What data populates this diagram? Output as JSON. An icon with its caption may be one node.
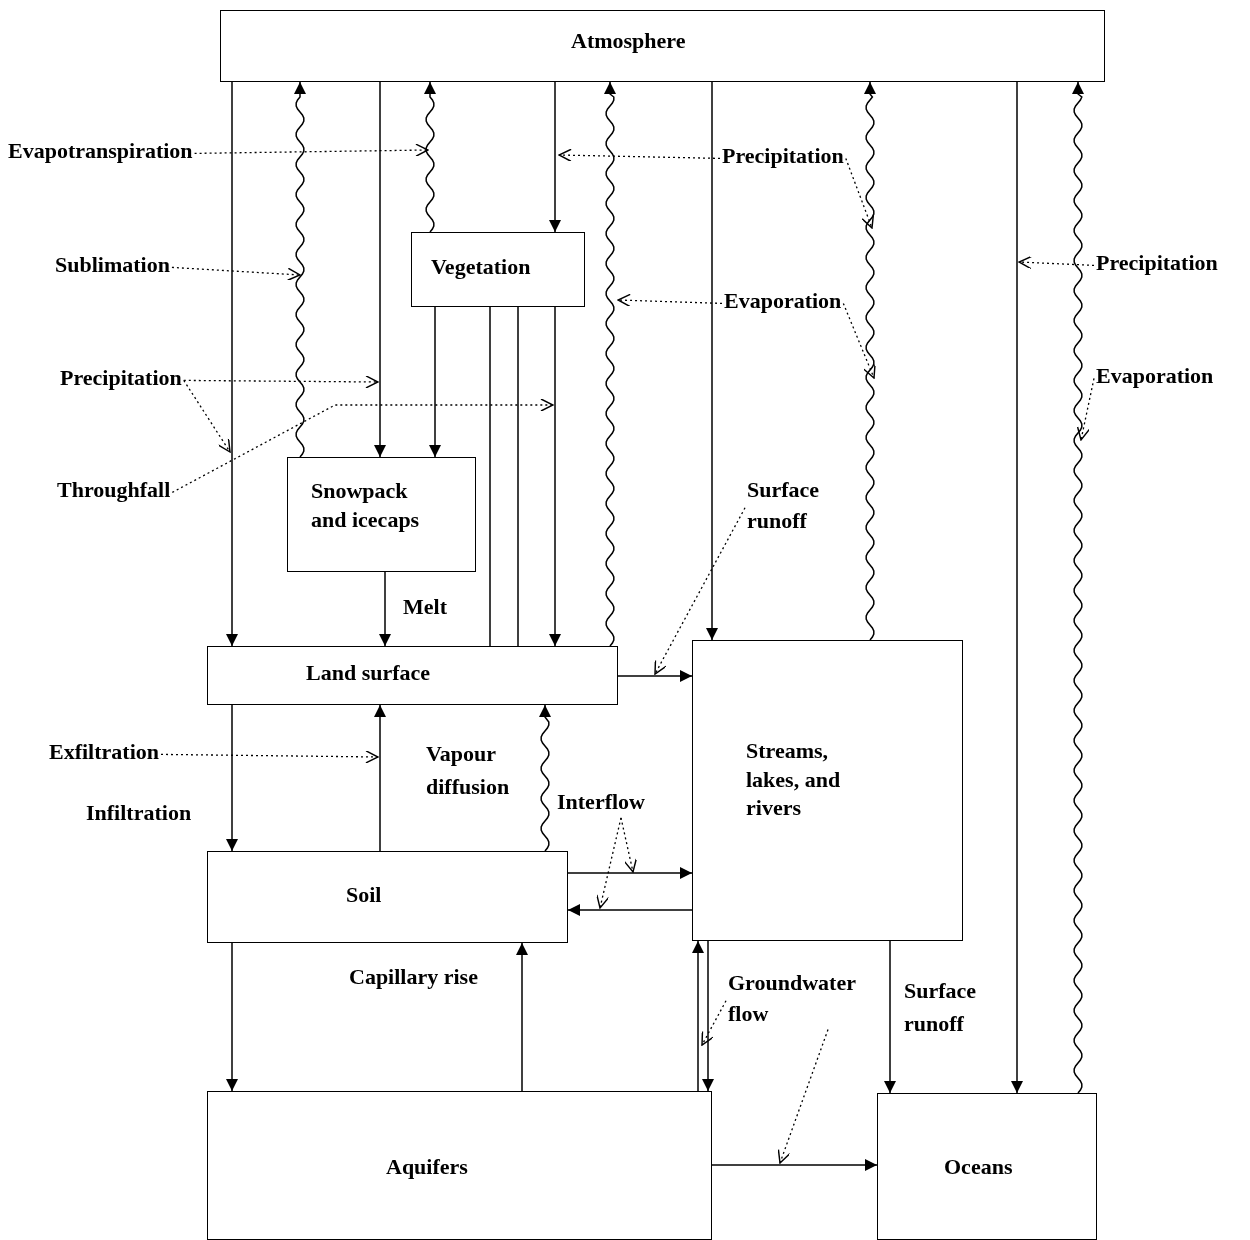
{
  "diagram": {
    "nodes": [
      {
        "text": [
          "Atmosphere"
        ]
      },
      {
        "text": [
          "Vegetation"
        ]
      },
      {
        "text": [
          "Snowpack and icecaps"
        ]
      },
      {
        "text": [
          "Land surface"
        ]
      },
      {
        "text": [
          "Streams, lakes, and rivers"
        ]
      },
      {
        "text": [
          "Soil"
        ]
      },
      {
        "text": [
          "Aquifers"
        ]
      },
      {
        "text": [
          "Oceans"
        ]
      },
      {
        "text": [
          "Evapotranspiration"
        ]
      },
      {
        "text": [
          "Sublimation"
        ]
      },
      {
        "text": [
          "Precipitation"
        ]
      },
      {
        "text": [
          "Throughfall"
        ]
      },
      {
        "text": [
          "Precipitation"
        ]
      },
      {
        "text": [
          "Evaporation"
        ]
      },
      {
        "text": [
          "Precipitation"
        ]
      },
      {
        "text": [
          "Evaporation"
        ]
      },
      {
        "text": [
          "Surface runoff"
        ]
      },
      {
        "text": [
          "Exfiltration"
        ]
      },
      {
        "text": [
          "Interflow"
        ]
      },
      {
        "text": [
          "Groundwater flow"
        ]
      }
    ],
    "edges": [
      {
        "from": 0,
        "to": 3,
        "arrow": "to"
      },
      {
        "from": 2,
        "to": 0,
        "arrow": "to"
      },
      {
        "from": 0,
        "to": 2,
        "arrow": "to"
      },
      {
        "from": 1,
        "to": 0,
        "arrow": "to"
      },
      {
        "from": 0,
        "to": 1,
        "arrow": "to"
      },
      {
        "from": 3,
        "to": 0,
        "arrow": "to"
      },
      {
        "from": 0,
        "to": 4,
        "arrow": "to"
      },
      {
        "from": 4,
        "to": 0,
        "arrow": "to"
      },
      {
        "from": 0,
        "to": 7,
        "arrow": "to"
      },
      {
        "from": 7,
        "to": 0,
        "arrow": "to"
      },
      {
        "from": 1,
        "to": 2,
        "arrow": "to"
      },
      {
        "from": 1,
        "to": 3,
        "arrow": "to"
      },
      {
        "from": 2,
        "to": 3,
        "arrow": "to",
        "label": "Melt"
      },
      {
        "from": 3,
        "to": 4,
        "arrow": "to"
      },
      {
        "from": 3,
        "to": 5,
        "arrow": "to",
        "label": "Infiltration"
      },
      {
        "from": 5,
        "to": 3,
        "arrow": "to"
      },
      {
        "from": 5,
        "to": 3,
        "arrow": "to",
        "label": "Vapour diffusion"
      },
      {
        "from": 5,
        "to": 4,
        "arrow": "to"
      },
      {
        "from": 4,
        "to": 5,
        "arrow": "to"
      },
      {
        "from": 5,
        "to": 6,
        "arrow": "to"
      },
      {
        "from": 6,
        "to": 5,
        "arrow": "to",
        "label": "Capillary rise"
      },
      {
        "from": 6,
        "to": 4,
        "arrow": "to"
      },
      {
        "from": 4,
        "to": 6,
        "arrow": "to"
      },
      {
        "from": 6,
        "to": 7,
        "arrow": "to"
      },
      {
        "from": 4,
        "to": 7,
        "arrow": "to",
        "label": "Surface runoff"
      },
      {
        "from": 8,
        "to": null,
        "arrow": "to",
        "style": "dashed"
      },
      {
        "from": 9,
        "to": null,
        "arrow": "to",
        "style": "dashed"
      },
      {
        "from": 10,
        "to": null,
        "arrow": "to",
        "style": "dashed"
      },
      {
        "from": 10,
        "to": null,
        "arrow": "to",
        "style": "dashed"
      },
      {
        "from": 11,
        "to": null,
        "arrow": "to",
        "style": "dashed"
      },
      {
        "from": 12,
        "to": null,
        "arrow": "to",
        "style": "dashed"
      },
      {
        "from": 12,
        "to": null,
        "arrow": "to",
        "style": "dashed"
      },
      {
        "from": 13,
        "to": null,
        "arrow": "to",
        "style": "dashed"
      },
      {
        "from": 13,
        "to": null,
        "arrow": "to",
        "style": "dashed"
      },
      {
        "from": 14,
        "to": null,
        "arrow": "to",
        "style": "dashed"
      },
      {
        "from": 15,
        "to": null,
        "arrow": "to",
        "style": "dashed"
      },
      {
        "from": 16,
        "to": null,
        "arrow": "to",
        "style": "dashed"
      },
      {
        "from": 17,
        "to": null,
        "arrow": "to",
        "style": "dashed"
      },
      {
        "from": 18,
        "to": null,
        "arrow": "to",
        "style": "dashed"
      },
      {
        "from": 18,
        "to": null,
        "arrow": "to",
        "style": "dashed"
      },
      {
        "from": 19,
        "to": null,
        "arrow": "to",
        "style": "dashed"
      },
      {
        "from": 19,
        "to": null,
        "arrow": "to",
        "style": "dashed"
      }
    ]
  }
}
